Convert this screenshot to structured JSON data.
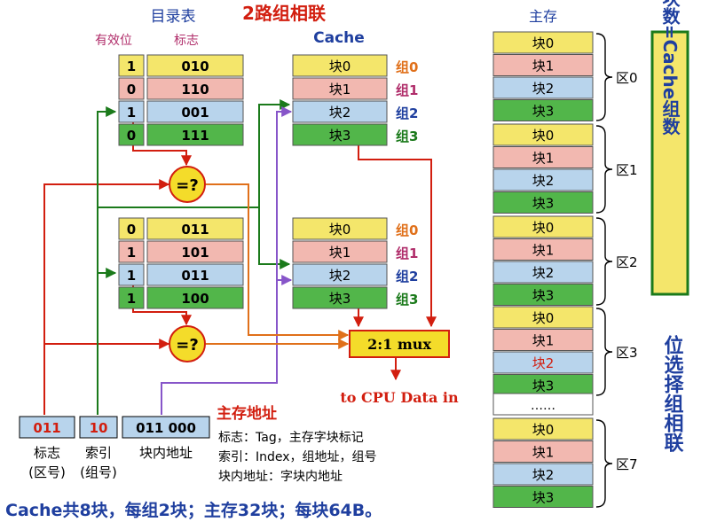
{
  "title": "2路组相联",
  "directory": {
    "title": "目录表",
    "col_valid": "有效位",
    "col_tag": "标志",
    "way0": [
      {
        "valid": "1",
        "tag": "010"
      },
      {
        "valid": "0",
        "tag": "110"
      },
      {
        "valid": "1",
        "tag": "001"
      },
      {
        "valid": "0",
        "tag": "111"
      }
    ],
    "way1": [
      {
        "valid": "0",
        "tag": "011"
      },
      {
        "valid": "1",
        "tag": "101"
      },
      {
        "valid": "1",
        "tag": "011"
      },
      {
        "valid": "1",
        "tag": "100"
      }
    ]
  },
  "cache": {
    "title": "Cache",
    "blocks": [
      "块0",
      "块1",
      "块2",
      "块3"
    ],
    "groups": [
      "组0",
      "组1",
      "组2",
      "组3"
    ]
  },
  "comparator_label": "=?",
  "mux_label": "2:1 mux",
  "output_label": "to CPU Data in",
  "main_memory": {
    "title": "主存",
    "blocks": [
      "块0",
      "块1",
      "块2",
      "块3"
    ],
    "zones": [
      "区0",
      "区1",
      "区2",
      "区3",
      "区7"
    ],
    "ellipsis": "……"
  },
  "zone_box_label": "区内块数=Cache组数",
  "bit_select_label": "位选择组相联",
  "address": {
    "title": "主存地址",
    "tag_value": "011",
    "index_value": "10",
    "offset_value": "011 000",
    "tag_caption": "标志",
    "tag_caption2": "(区号)",
    "index_caption": "索引",
    "index_caption2": "(组号)",
    "offset_caption": "块内地址"
  },
  "legend": [
    "标志：Tag，主存字块标记",
    "索引：Index，组地址，组号",
    "块内地址：字块内地址"
  ],
  "footer": "Cache共8块，每组2块；主存32块；每块64B。",
  "colors": {
    "yellow": "#f4e66b",
    "pink": "#f2b8b0",
    "blue": "#b8d4ec",
    "green": "#52b64a",
    "red": "#d21e0f",
    "dark_green": "#1b7a1b",
    "purple": "#8755c9",
    "orange": "#e0701a",
    "title_blue": "#1f3f9f"
  }
}
